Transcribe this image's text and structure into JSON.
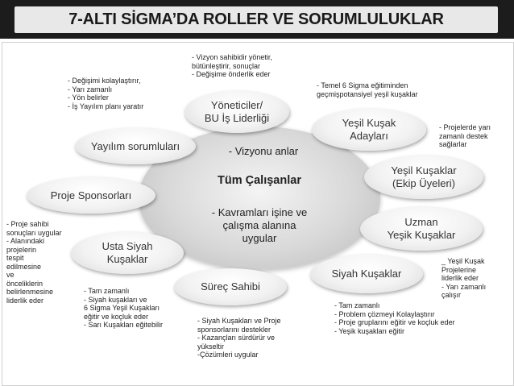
{
  "title": "7-ALTI SİGMA’DA ROLLER VE SORUMLULUKLAR",
  "center": {
    "label": "Tüm Çalışanlar",
    "line1": "- Vizyonu anlar",
    "line2": "- Kavramları işine ve\nçalışma alanına\nuygular"
  },
  "nodes": {
    "yoneticiler": "Yöneticiler/\nBU İş Liderliği",
    "yayilim": "Yayılım sorumluları",
    "proje_sponsorlari": "Proje Sponsorları",
    "usta_siyah": "Usta Siyah\nKuşaklar",
    "surec_sahibi": "Süreç Sahibi",
    "siyah_kusaklar": "Siyah Kuşaklar",
    "uzman": "Uzman\nYeşik Kuşaklar",
    "yesil_ekip": "Yeşil Kuşaklar\n(Ekip Üyeleri)",
    "yesil_aday": "Yeşil Kuşak\nAdayları"
  },
  "notes": {
    "yoneticiler": "- Vizyon sahibidir yönetir,\nbütünleştirir, sonuçlar\n- Değişime önderlik eder",
    "yayilim": "- Değişimi kolaylaştırır,\n- Yarı zamanlı\n- Yön belirler\n- İş Yayılım planı yaratır",
    "yesil_aday": "- Temel 6 Sigma eğitiminden\ngeçmişpotansiyel yeşil kuşaklar",
    "yesil_ekip": "- Projelerde yarı\nzamanlı destek\nsağlarlar",
    "proje_sponsorlari": "- Proje sahibi\nsonuçları uygular\n- Alanındaki\nprojelerin\ntespit\nedilmesine\nve\nönceliklerin\nbelirlenmesine\nliderlik eder",
    "usta_siyah": "- Tam zamanlı\n- Siyah kuşakları ve\n6 Sigma Yeşil Kuşakları\neğitir ve koçluk eder\n- Sarı Kuşakları eğitebilir",
    "surec_sahibi": "- Siyah Kuşakları ve Proje\nsponsorlarını destekler\n- Kazançları sürdürür ve\nyükseltir\n-Çözümleri uygular",
    "siyah_kusaklar": "- Tam zamanlı\n- Problem çözmeyi Kolaylaştırır\n- Proje gruplarını eğitir ve koçluk eder\n- Yeşik kuşakları eğitir",
    "uzman": "_ Yeşil Kuşak\nProjelerine\nliderlik eder\n- Yarı zamanlı\nçalışır"
  }
}
